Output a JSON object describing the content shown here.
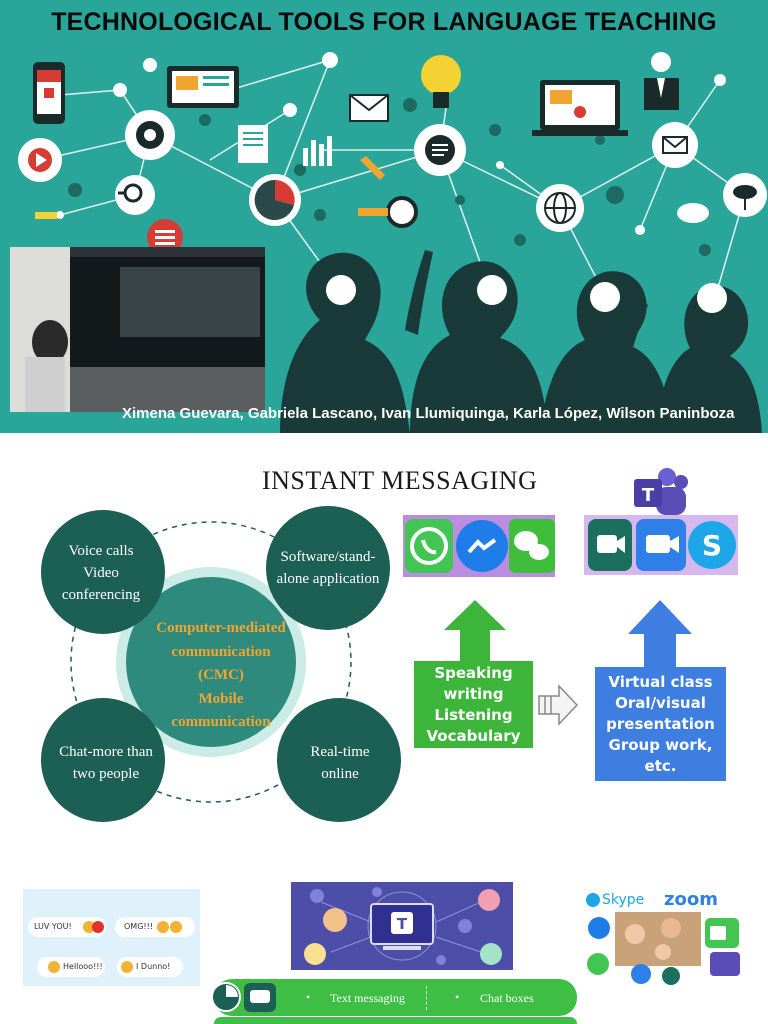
{
  "banner": {
    "title": "TECHNOLOGICAL TOOLS FOR LANGUAGE TEACHING",
    "authors": "Ximena Guevara, Gabriela Lascano, Ivan Llumiquinga, Karla López, Wilson Paninboza"
  },
  "diagram": {
    "title": "INSTANT MESSAGING",
    "center": [
      "Computer-mediated",
      "communication",
      "(CMC)",
      "Mobile",
      "communication"
    ],
    "circles": [
      {
        "lines": [
          "Voice calls",
          "Video",
          "conferencing"
        ]
      },
      {
        "lines": [
          "Software/stand-",
          "alone application"
        ]
      },
      {
        "lines": [
          "Chat-more than",
          "two people"
        ]
      },
      {
        "lines": [
          "Real-time",
          "online"
        ]
      }
    ],
    "colors": {
      "circle": "#1c5f55",
      "ring": "#2e8a7c",
      "center_text": "#f0a531"
    }
  },
  "boxes": {
    "green": {
      "lines": [
        "Speaking",
        "writing",
        "Listening",
        "Vocabulary"
      ],
      "color": "#3cb53a"
    },
    "blue": {
      "lines": [
        "Virtual class",
        "Oral/visual",
        "presentation",
        "Group work,",
        "etc."
      ],
      "color": "#3d7ee0"
    }
  },
  "apps": {
    "messaging": [
      "whatsapp-icon",
      "messenger-icon",
      "wechat-icon"
    ],
    "video": [
      "teams-icon",
      "google-meet-icon",
      "zoom-icon",
      "skype-icon"
    ]
  },
  "chat_bubbles": [
    "LUV YOU!",
    "OMG!!!",
    "Hellooo!!!",
    "I Dunno!"
  ],
  "logos": {
    "skype": "Skype",
    "zoom": "zoom"
  },
  "bottom_bar": {
    "item1": "Text messaging",
    "item2": "Chat boxes"
  }
}
